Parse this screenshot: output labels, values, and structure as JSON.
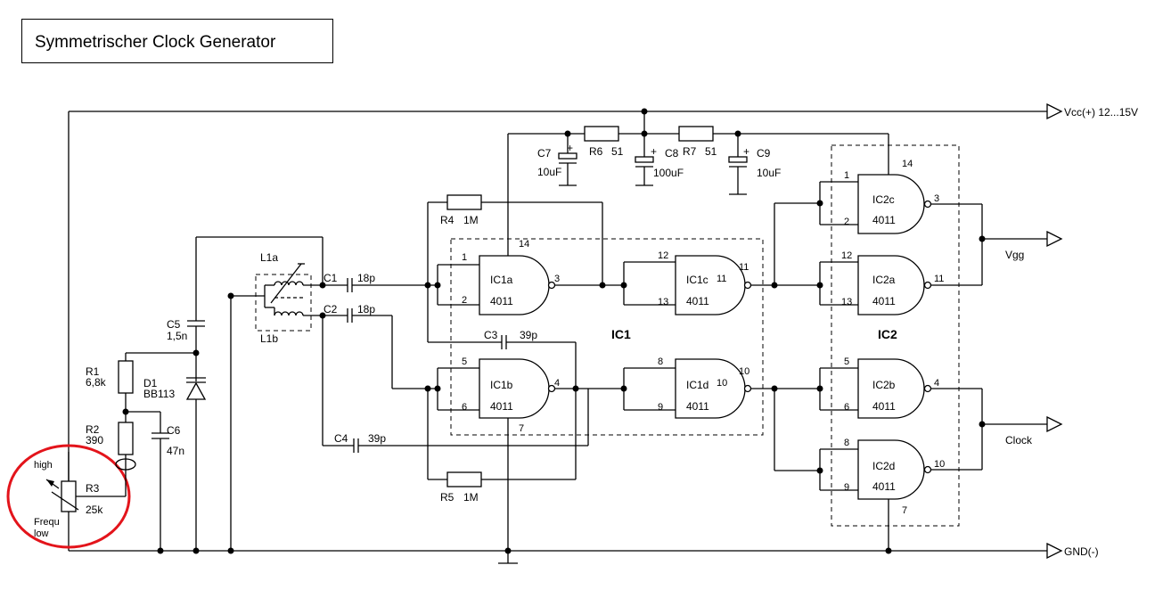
{
  "title": "Symmetrischer Clock Generator",
  "rails": {
    "vcc": "Vcc(+) 12...15V",
    "gnd": "GND(-)"
  },
  "outputs": {
    "vgg": "Vgg",
    "clock": "Clock"
  },
  "ic_labels": {
    "ic1": "IC1",
    "ic2": "IC2"
  },
  "gates": {
    "ic1a": {
      "name": "IC1a",
      "type": "4011"
    },
    "ic1b": {
      "name": "IC1b",
      "type": "4011"
    },
    "ic1c": {
      "name": "IC1c",
      "type": "4011"
    },
    "ic1d": {
      "name": "IC1d",
      "type": "4011"
    },
    "ic2a": {
      "name": "IC2a",
      "type": "4011"
    },
    "ic2b": {
      "name": "IC2b",
      "type": "4011"
    },
    "ic2c": {
      "name": "IC2c",
      "type": "4011"
    },
    "ic2d": {
      "name": "IC2d",
      "type": "4011"
    }
  },
  "components": {
    "r1": {
      "name": "R1",
      "value": "6,8k"
    },
    "r2": {
      "name": "R2",
      "value": "390"
    },
    "r3": {
      "name": "R3",
      "value": "25k",
      "high": "high",
      "freq": "Frequ",
      "low": "low"
    },
    "r4": {
      "name": "R4",
      "value": "1M"
    },
    "r5": {
      "name": "R5",
      "value": "1M"
    },
    "r6": {
      "name": "R6",
      "value": "51"
    },
    "r7": {
      "name": "R7",
      "value": "51"
    },
    "c1": {
      "name": "C1",
      "value": "18p"
    },
    "c2": {
      "name": "C2",
      "value": "18p"
    },
    "c3": {
      "name": "C3",
      "value": "39p"
    },
    "c4": {
      "name": "C4",
      "value": "39p"
    },
    "c5": {
      "name": "C5",
      "value": "1,5n"
    },
    "c6": {
      "name": "C6",
      "value": "47n"
    },
    "c7": {
      "name": "C7",
      "value": "10uF"
    },
    "c8": {
      "name": "C8",
      "value": "100uF"
    },
    "c9": {
      "name": "C9",
      "value": "10uF"
    },
    "d1": {
      "name": "D1",
      "value": "BB113"
    },
    "l1a": {
      "name": "L1a"
    },
    "l1b": {
      "name": "L1b"
    }
  },
  "pins": {
    "p1": "1",
    "p2": "2",
    "p3": "3",
    "p4": "4",
    "p5": "5",
    "p6": "6",
    "p7": "7",
    "p8": "8",
    "p9": "9",
    "p10": "10",
    "p11": "11",
    "p12": "12",
    "p13": "13",
    "p14": "14"
  },
  "polarity": {
    "plus": "+"
  },
  "highlight_color": "#e3141b"
}
